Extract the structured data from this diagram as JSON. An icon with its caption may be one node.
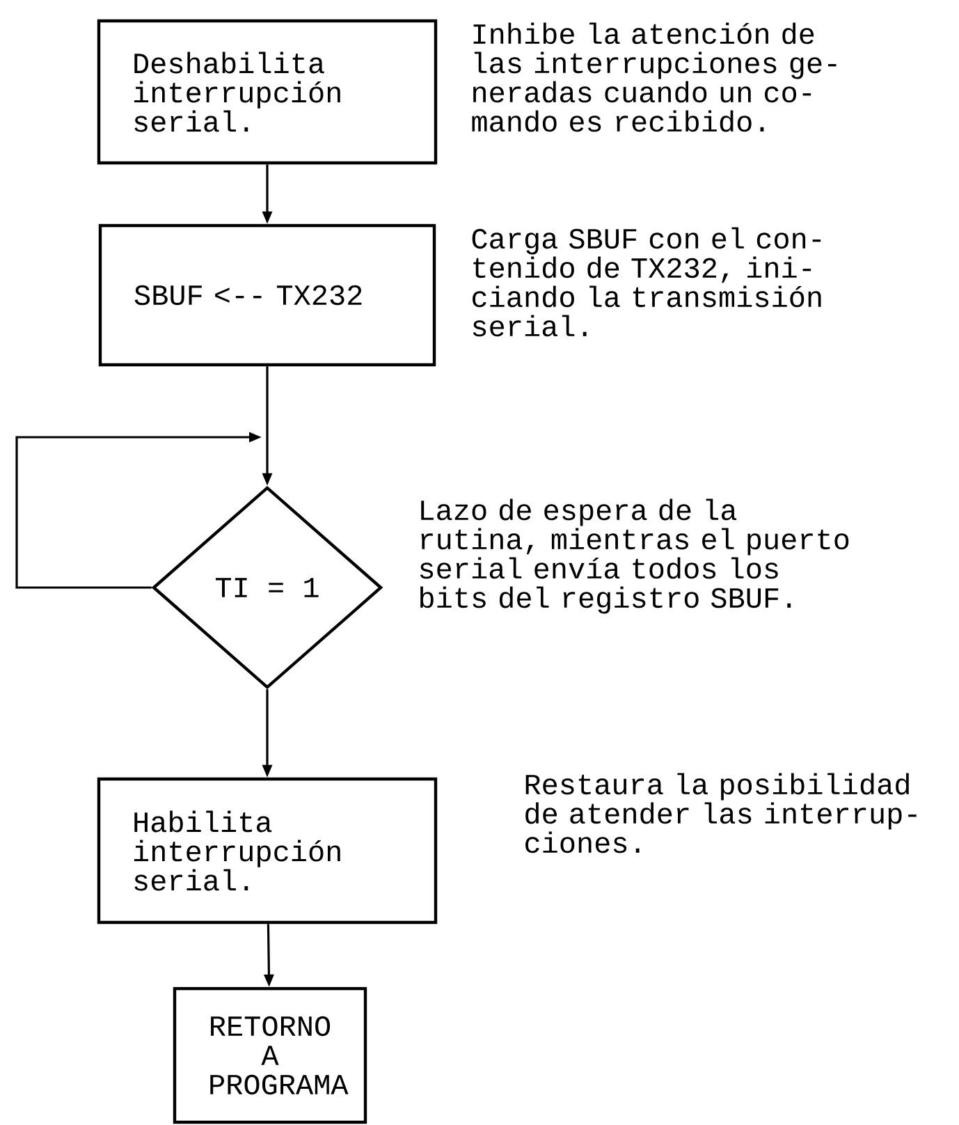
{
  "diagram": {
    "nodes": [
      {
        "text": [
          "Deshabilita interrupción serial."
        ],
        "beside": [
          "Inhibe la atención de las interrupciones ge- neradas cuando un co- mando es recibido."
        ]
      },
      {
        "text": [
          "SBUF <-- TX232"
        ],
        "beside": [
          "Carga SBUF con el con- tenido de TX232, ini- ciando la transmisión serial."
        ]
      },
      {
        "text": [
          "TI = 1"
        ],
        "beside": [
          "Lazo de espera de la rutina, mientras el puerto serial envía todos los bits del registro SBUF."
        ]
      },
      {
        "text": [
          "Habilita interrupción serial."
        ],
        "beside": [
          "Restaura la posibilidad de atender las interrup- ciones."
        ]
      },
      {
        "text": [
          "RETORNO A PROGRAMA"
        ]
      }
    ],
    "edges": [
      {
        "from": 0,
        "to": 1,
        "arrow": "to"
      },
      {
        "from": 1,
        "to": 2,
        "arrow": "to"
      },
      {
        "from": 2,
        "to": 2,
        "arrow": "to"
      },
      {
        "from": 2,
        "to": 3,
        "arrow": "to"
      },
      {
        "from": 3,
        "to": 4,
        "arrow": "to"
      }
    ]
  }
}
